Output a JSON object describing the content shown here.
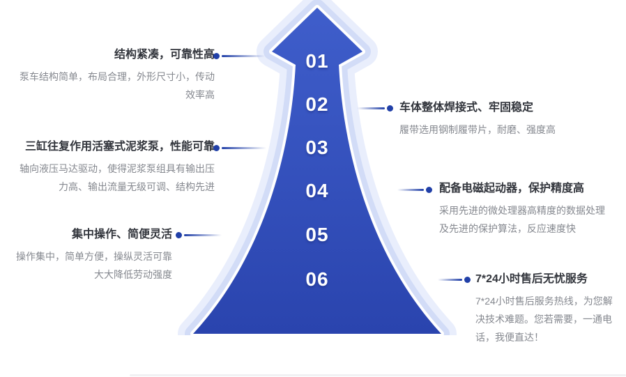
{
  "colors": {
    "accent": "#2140a8",
    "title": "#32353c",
    "body": "#85888f",
    "number": "#ffffff",
    "arrow_top": "#3f5ecb",
    "arrow_bottom": "#2a44ae",
    "halo_inner": "#d2dcf7",
    "halo_outer": "#e9eefc",
    "halo_gap": "#ffffff",
    "divider": "#f1f1f3"
  },
  "arrow": {
    "numbers": [
      "01",
      "02",
      "03",
      "04",
      "05",
      "06"
    ]
  },
  "features_left": [
    {
      "title": "结构紧凑，可靠性高",
      "desc": "泵车结构简单，布局合理，外形尺寸小，传动效率高"
    },
    {
      "title": "三缸往复作用活塞式泥浆泵，性能可靠",
      "desc": "轴向液压马达驱动，使得泥浆泵组具有输出压力高、输出流量无级可调、结构先进"
    },
    {
      "title": "集中操作、简便灵活",
      "desc": "操作集中，简单方便，操纵灵活可靠大大降低劳动强度"
    }
  ],
  "features_right": [
    {
      "title": "车体整体焊接式、牢固稳定",
      "desc": "履带选用钢制履带片，耐磨、强度高"
    },
    {
      "title": "配备电磁起动器，保护精度高",
      "desc": "采用先进的微处理器高精度的数据处理及先进的保护算法，反应速度快"
    },
    {
      "title": "7*24小时售后无忧服务",
      "desc": "7*24小时售后服务热线，为您解决技术难题。您若需要，一通电话，我便直达！"
    }
  ]
}
